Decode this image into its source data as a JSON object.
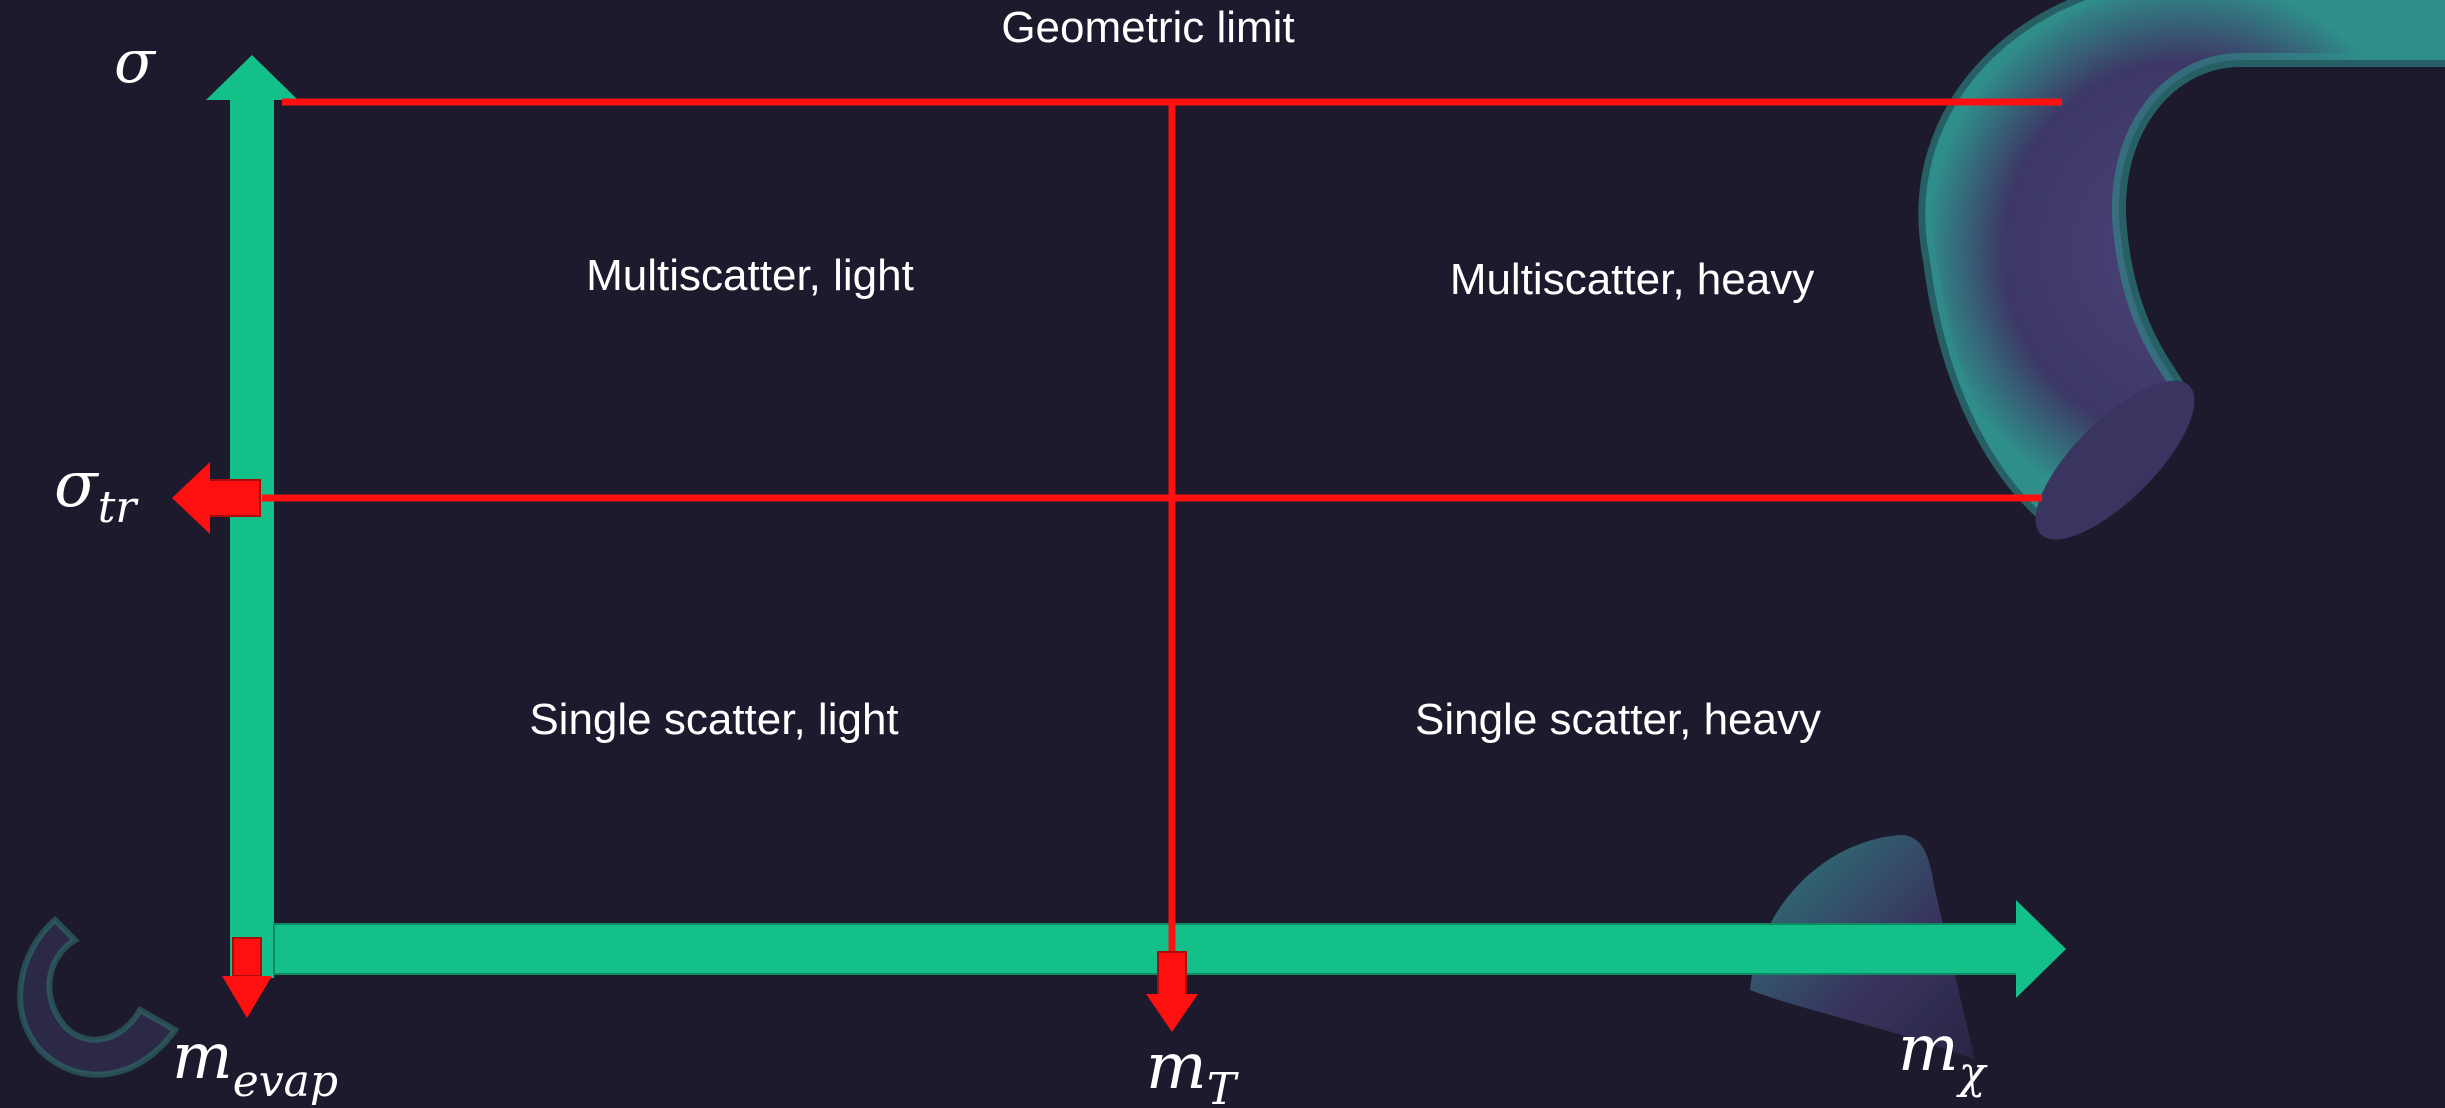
{
  "colors": {
    "background": "#1c1a2c",
    "axis": "#14c08a",
    "boundary": "#ff1010",
    "text": "#ffffff",
    "decor_purple": "#3d3866",
    "decor_teal": "#2f8f8a"
  },
  "labels": {
    "top_boundary": "Geometric limit",
    "region_top_left": "Multiscatter, light",
    "region_top_right": "Multiscatter, heavy",
    "region_bottom_left": "Single scatter, light",
    "region_bottom_right": "Single scatter, heavy"
  },
  "axes": {
    "y_symbol": "σ",
    "sigma_tr_base": "σ",
    "sigma_tr_sub": "tr",
    "m_evap_base": "m",
    "m_evap_sub": "evap",
    "m_t_base": "m",
    "m_t_sub": "T",
    "m_chi_base": "m",
    "m_chi_sub": "χ"
  },
  "decor": {
    "top_right": "torus-decoration",
    "bottom_left": "torus-decoration",
    "bottom_right": "cone-decoration"
  }
}
